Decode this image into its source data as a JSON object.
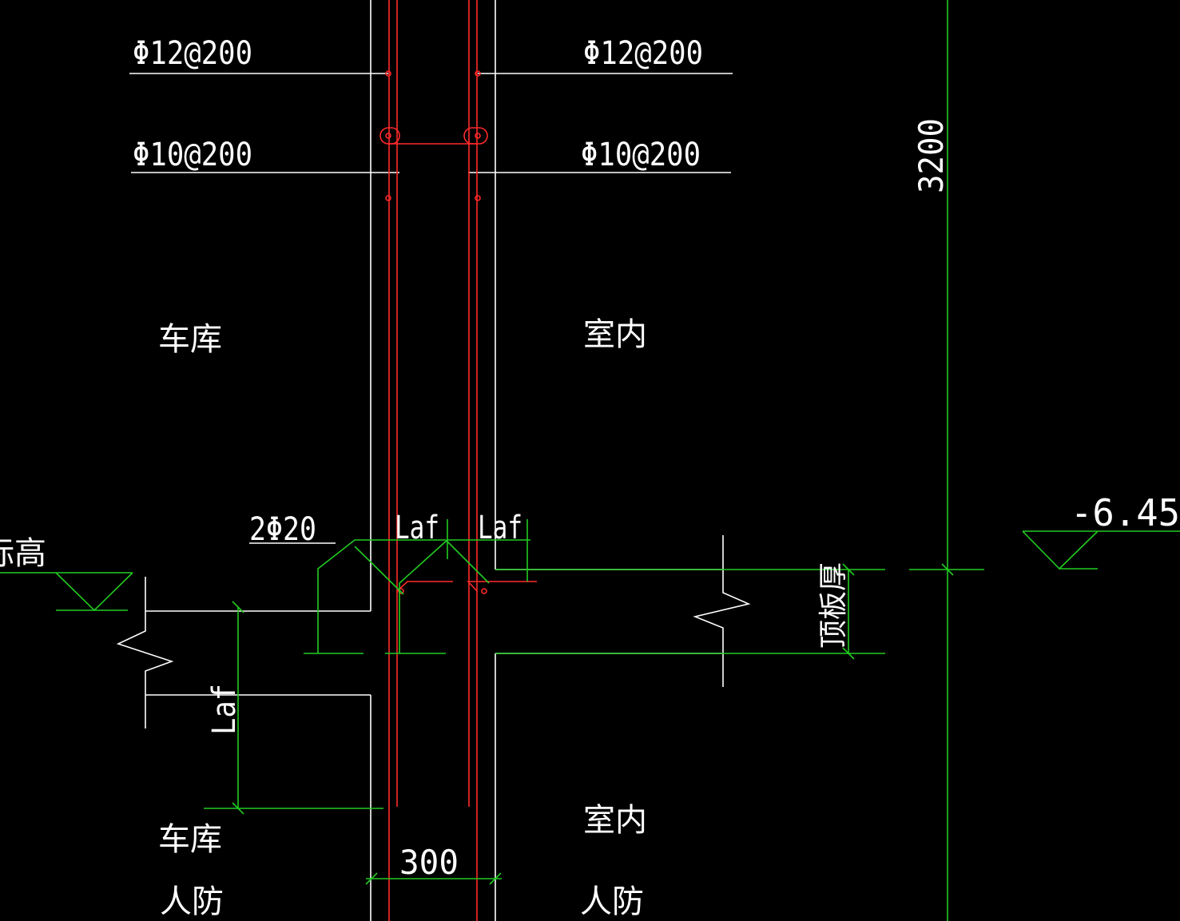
{
  "rebar": {
    "horiz_top_left": "Φ12@200",
    "horiz_top_right": "Φ12@200",
    "horiz_mid_left": "Φ10@200",
    "horiz_mid_right": "Φ10@200",
    "corner_bars": "2Φ20"
  },
  "rooms": {
    "garage_top": "车库",
    "indoor_top": "室内",
    "garage_bottom": "车库",
    "indoor_bottom": "室内",
    "civil_defense_left": "人防",
    "civil_defense_right": "人防"
  },
  "dimensions": {
    "height": "3200",
    "wall_thickness": "300",
    "anchor_left": "Laf",
    "anchor_right": "Laf",
    "anchor_vertical": "Laf",
    "slab_thickness": "顶板厚"
  },
  "elevations": {
    "right": "-6.45",
    "left_partial": "标高"
  },
  "colors": {
    "background": "#000000",
    "lines": "#ffffff",
    "rebar": "#ff2a2a",
    "dimension": "#22cc22"
  }
}
